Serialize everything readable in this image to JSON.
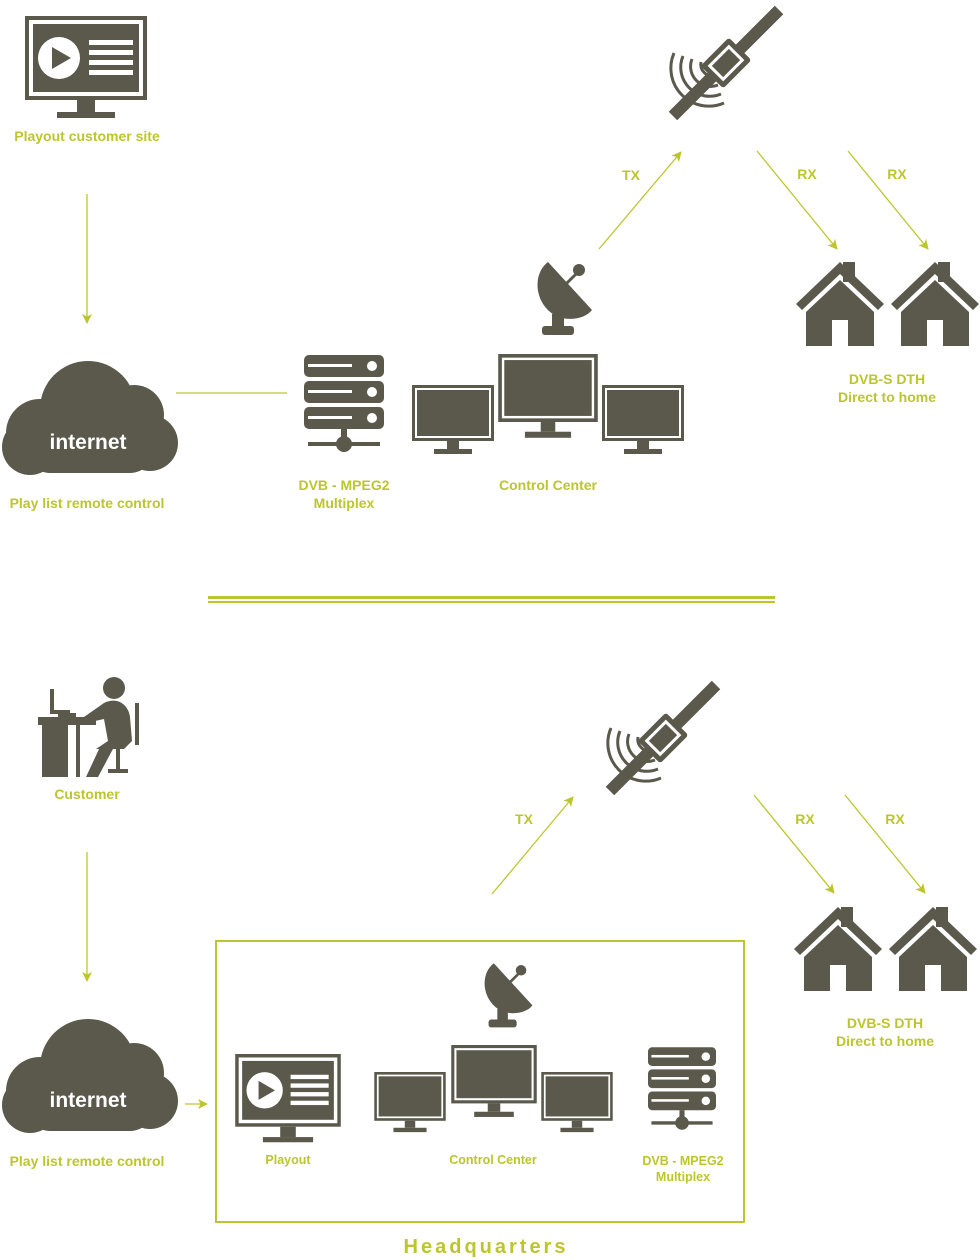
{
  "colors": {
    "icon": "#5a594c",
    "accent": "#bcc62c",
    "background": "#ffffff"
  },
  "top": {
    "playout_site": {
      "label": "Playout customer site",
      "icon": "monitor-play-icon"
    },
    "cloud": {
      "text": "internet",
      "label": "Play list remote control",
      "icon": "cloud-icon"
    },
    "multiplex": {
      "label_line1": "DVB - MPEG2",
      "label_line2": "Multiplex",
      "icon": "server-icon"
    },
    "control_center": {
      "label": "Control Center",
      "icon": "monitors-icon"
    },
    "dish": {
      "icon": "satellite-dish-icon"
    },
    "satellite": {
      "icon": "satellite-icon"
    },
    "tx_label": "TX",
    "rx1_label": "RX",
    "rx2_label": "RX",
    "homes": {
      "label_line1": "DVB-S DTH",
      "label_line2": "Direct to home",
      "icon": "house-icon"
    }
  },
  "bottom": {
    "customer": {
      "label": "Customer",
      "icon": "person-at-desk-icon"
    },
    "cloud": {
      "text": "internet",
      "label": "Play list remote control",
      "icon": "cloud-icon"
    },
    "headquarters": {
      "title": "Headquarters",
      "playout": {
        "label": "Playout",
        "icon": "monitor-play-icon"
      },
      "control_center": {
        "label": "Control Center",
        "icon": "monitors-icon"
      },
      "multiplex": {
        "label_line1": "DVB - MPEG2",
        "label_line2": "Multiplex",
        "icon": "server-icon"
      },
      "dish": {
        "icon": "satellite-dish-icon"
      }
    },
    "satellite": {
      "icon": "satellite-icon"
    },
    "tx_label": "TX",
    "rx1_label": "RX",
    "rx2_label": "RX",
    "homes": {
      "label_line1": "DVB-S DTH",
      "label_line2": "Direct to home",
      "icon": "house-icon"
    }
  }
}
